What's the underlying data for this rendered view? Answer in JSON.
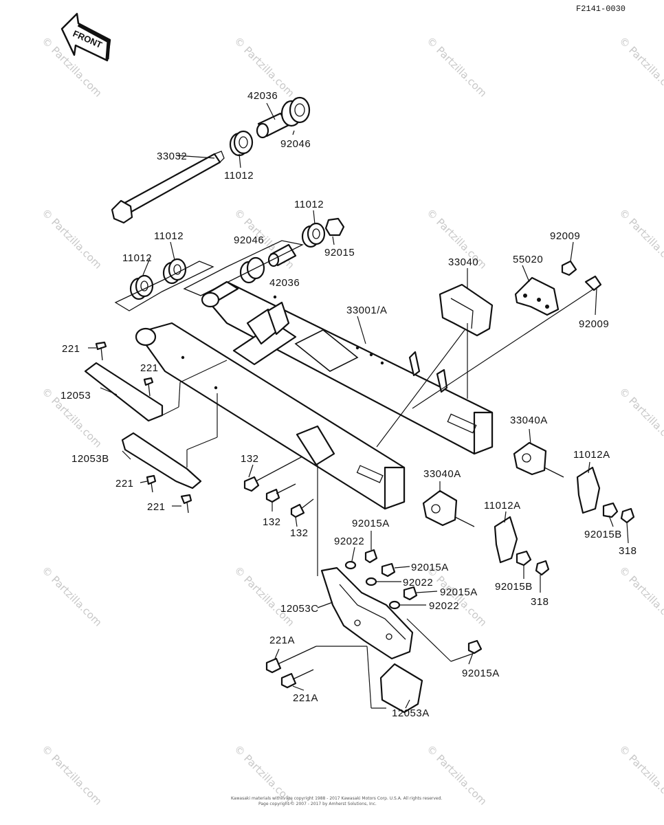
{
  "diagram_code": "F2141-0030",
  "front_label": "FRONT",
  "watermark": "© Partzilla.com",
  "footer": {
    "line1": "Kawasaki materials within are copyright 1988 - 2017 Kawasaki Motors Corp. U.S.A. All rights reserved.",
    "line2": "Page copyright © 2007 - 2017 by Amherst Solutions, Inc."
  },
  "labels": {
    "p42036_top": "42036",
    "p92046_top": "92046",
    "p33032": "33032",
    "p11012_top": "11012",
    "p11012_b": "11012",
    "p92046_mid": "92046",
    "p92015_mid": "92015",
    "p42036_mid": "42036",
    "p11012_left_top": "11012",
    "p11012_left": "11012",
    "p33001A": "33001/A",
    "p33040": "33040",
    "p55020": "55020",
    "p92009_top": "92009",
    "p92009_bot": "92009",
    "p221_a": "221",
    "p221_b": "221",
    "p12053": "12053",
    "p12053B": "12053B",
    "p221_c": "221",
    "p221_d": "221",
    "p132_a": "132",
    "p132_b": "132",
    "p132_c": "132",
    "p33040A_right": "33040A",
    "p11012A_right": "11012A",
    "p33040A_mid": "33040A",
    "p11012A_mid": "11012A",
    "p92015A_top": "92015A",
    "p92022_a": "92022",
    "p92015A_b": "92015A",
    "p92022_b": "92022",
    "p92015A_c": "92015A",
    "p92022_c": "92022",
    "p12053C": "12053C",
    "p92015B_right": "92015B",
    "p318_right": "318",
    "p92015B_mid": "92015B",
    "p318_mid": "318",
    "p221A_a": "221A",
    "p221A_b": "221A",
    "p92015A_bot": "92015A",
    "p12053A": "12053A"
  }
}
